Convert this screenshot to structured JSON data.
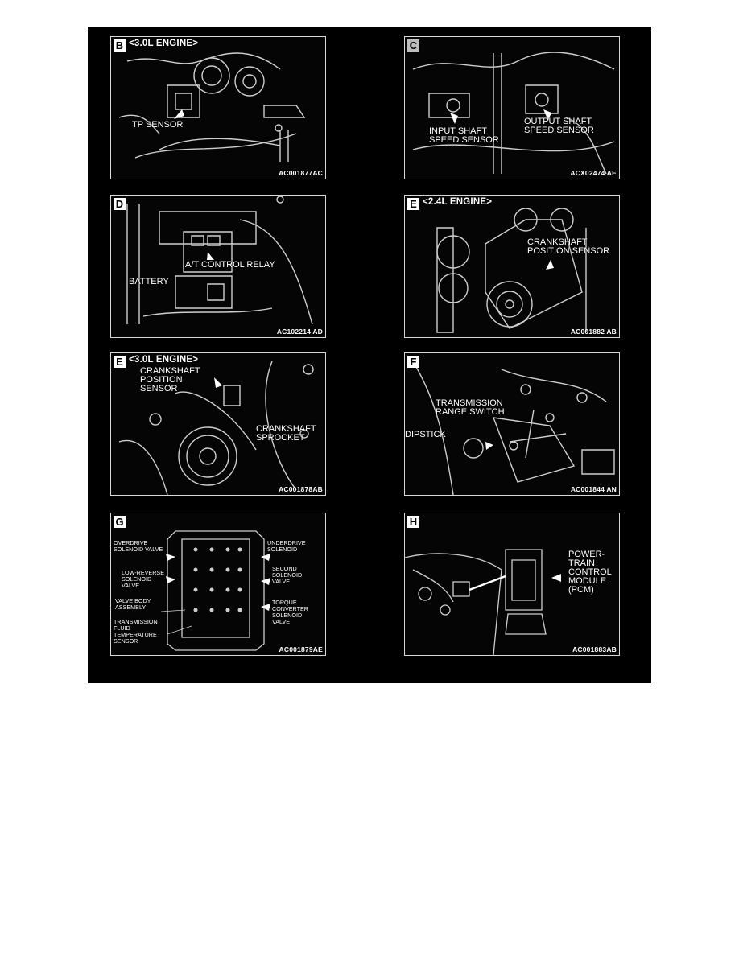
{
  "panels": [
    {
      "id": "B",
      "header": "<3.0L ENGINE>",
      "code": "AC001877AC",
      "labels": [
        "TP SENSOR"
      ]
    },
    {
      "id": "C",
      "header": "",
      "code": "ACX02474 AE",
      "labels": [
        "INPUT SHAFT",
        "SPEED SENSOR",
        "OUTPUT SHAFT",
        "SPEED SENSOR"
      ]
    },
    {
      "id": "D",
      "header": "",
      "code": "AC102214 AD",
      "labels": [
        "A/T CONTROL RELAY",
        "BATTERY"
      ]
    },
    {
      "id": "E",
      "header": "<2.4L ENGINE>",
      "code": "AC001882 AB",
      "labels": [
        "CRANKSHAFT",
        "POSITION SENSOR"
      ]
    },
    {
      "id": "E",
      "header": "<3.0L ENGINE>",
      "code": "AC001878AB",
      "labels": [
        "CRANKSHAFT",
        "POSITION",
        "SENSOR",
        "CRANKSHAFT",
        "SPROCKET"
      ]
    },
    {
      "id": "F",
      "header": "",
      "code": "AC001844 AN",
      "labels": [
        "TRANSMISSION",
        "RANGE SWITCH",
        "DIPSTICK"
      ]
    },
    {
      "id": "G",
      "header": "",
      "code": "AC001879AE",
      "labels": [
        "OVERDRIVE",
        "SOLENOID VALVE",
        "LOW-REVERSE",
        "SOLENOID",
        "VALVE",
        "VALVE BODY",
        "ASSEMBLY",
        "TRANSMISSION",
        "FLUID",
        "TEMPERATURE",
        "SENSOR",
        "UNDERDRIVE",
        "SOLENOID",
        "SECOND",
        "SOLENOID",
        "VALVE",
        "TORQUE",
        "CONVERTER",
        "SOLENOID",
        "VALVE"
      ]
    },
    {
      "id": "H",
      "header": "",
      "code": "AC001883AB",
      "labels": [
        "POWER-",
        "TRAIN",
        "CONTROL",
        "MODULE",
        "(PCM)"
      ]
    }
  ]
}
